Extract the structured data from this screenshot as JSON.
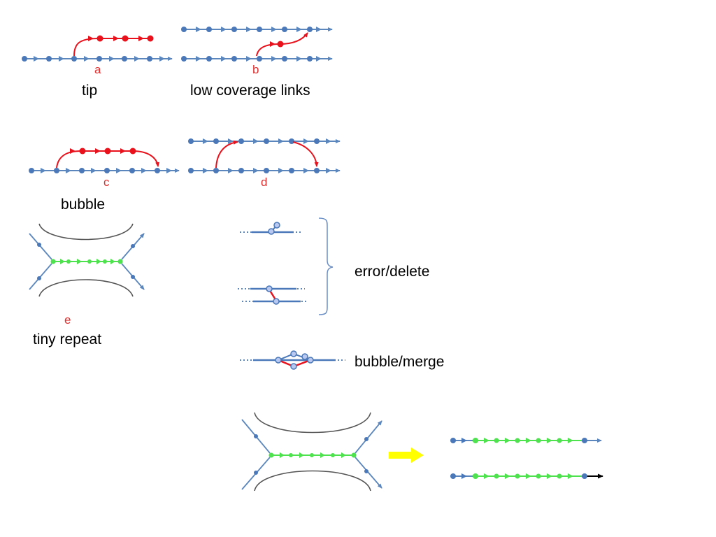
{
  "panels": {
    "a": {
      "letter": "a",
      "caption": "tip"
    },
    "b": {
      "letter": "b",
      "caption": "low coverage links"
    },
    "c": {
      "letter": "c",
      "caption": "bubble"
    },
    "d": {
      "letter": "d",
      "caption": ""
    },
    "e": {
      "letter": "e",
      "caption": "tiny repeat"
    }
  },
  "actions": {
    "error_delete": "error/delete",
    "bubble_merge": "bubble/merge"
  },
  "colors": {
    "edge": "#5a86bd",
    "node": "#4a78b8",
    "error": "#e8111c",
    "repeat": "#4ee24e",
    "arrow": "#ffff00",
    "bracket": "#6b8fc4",
    "outline": "#555555"
  }
}
